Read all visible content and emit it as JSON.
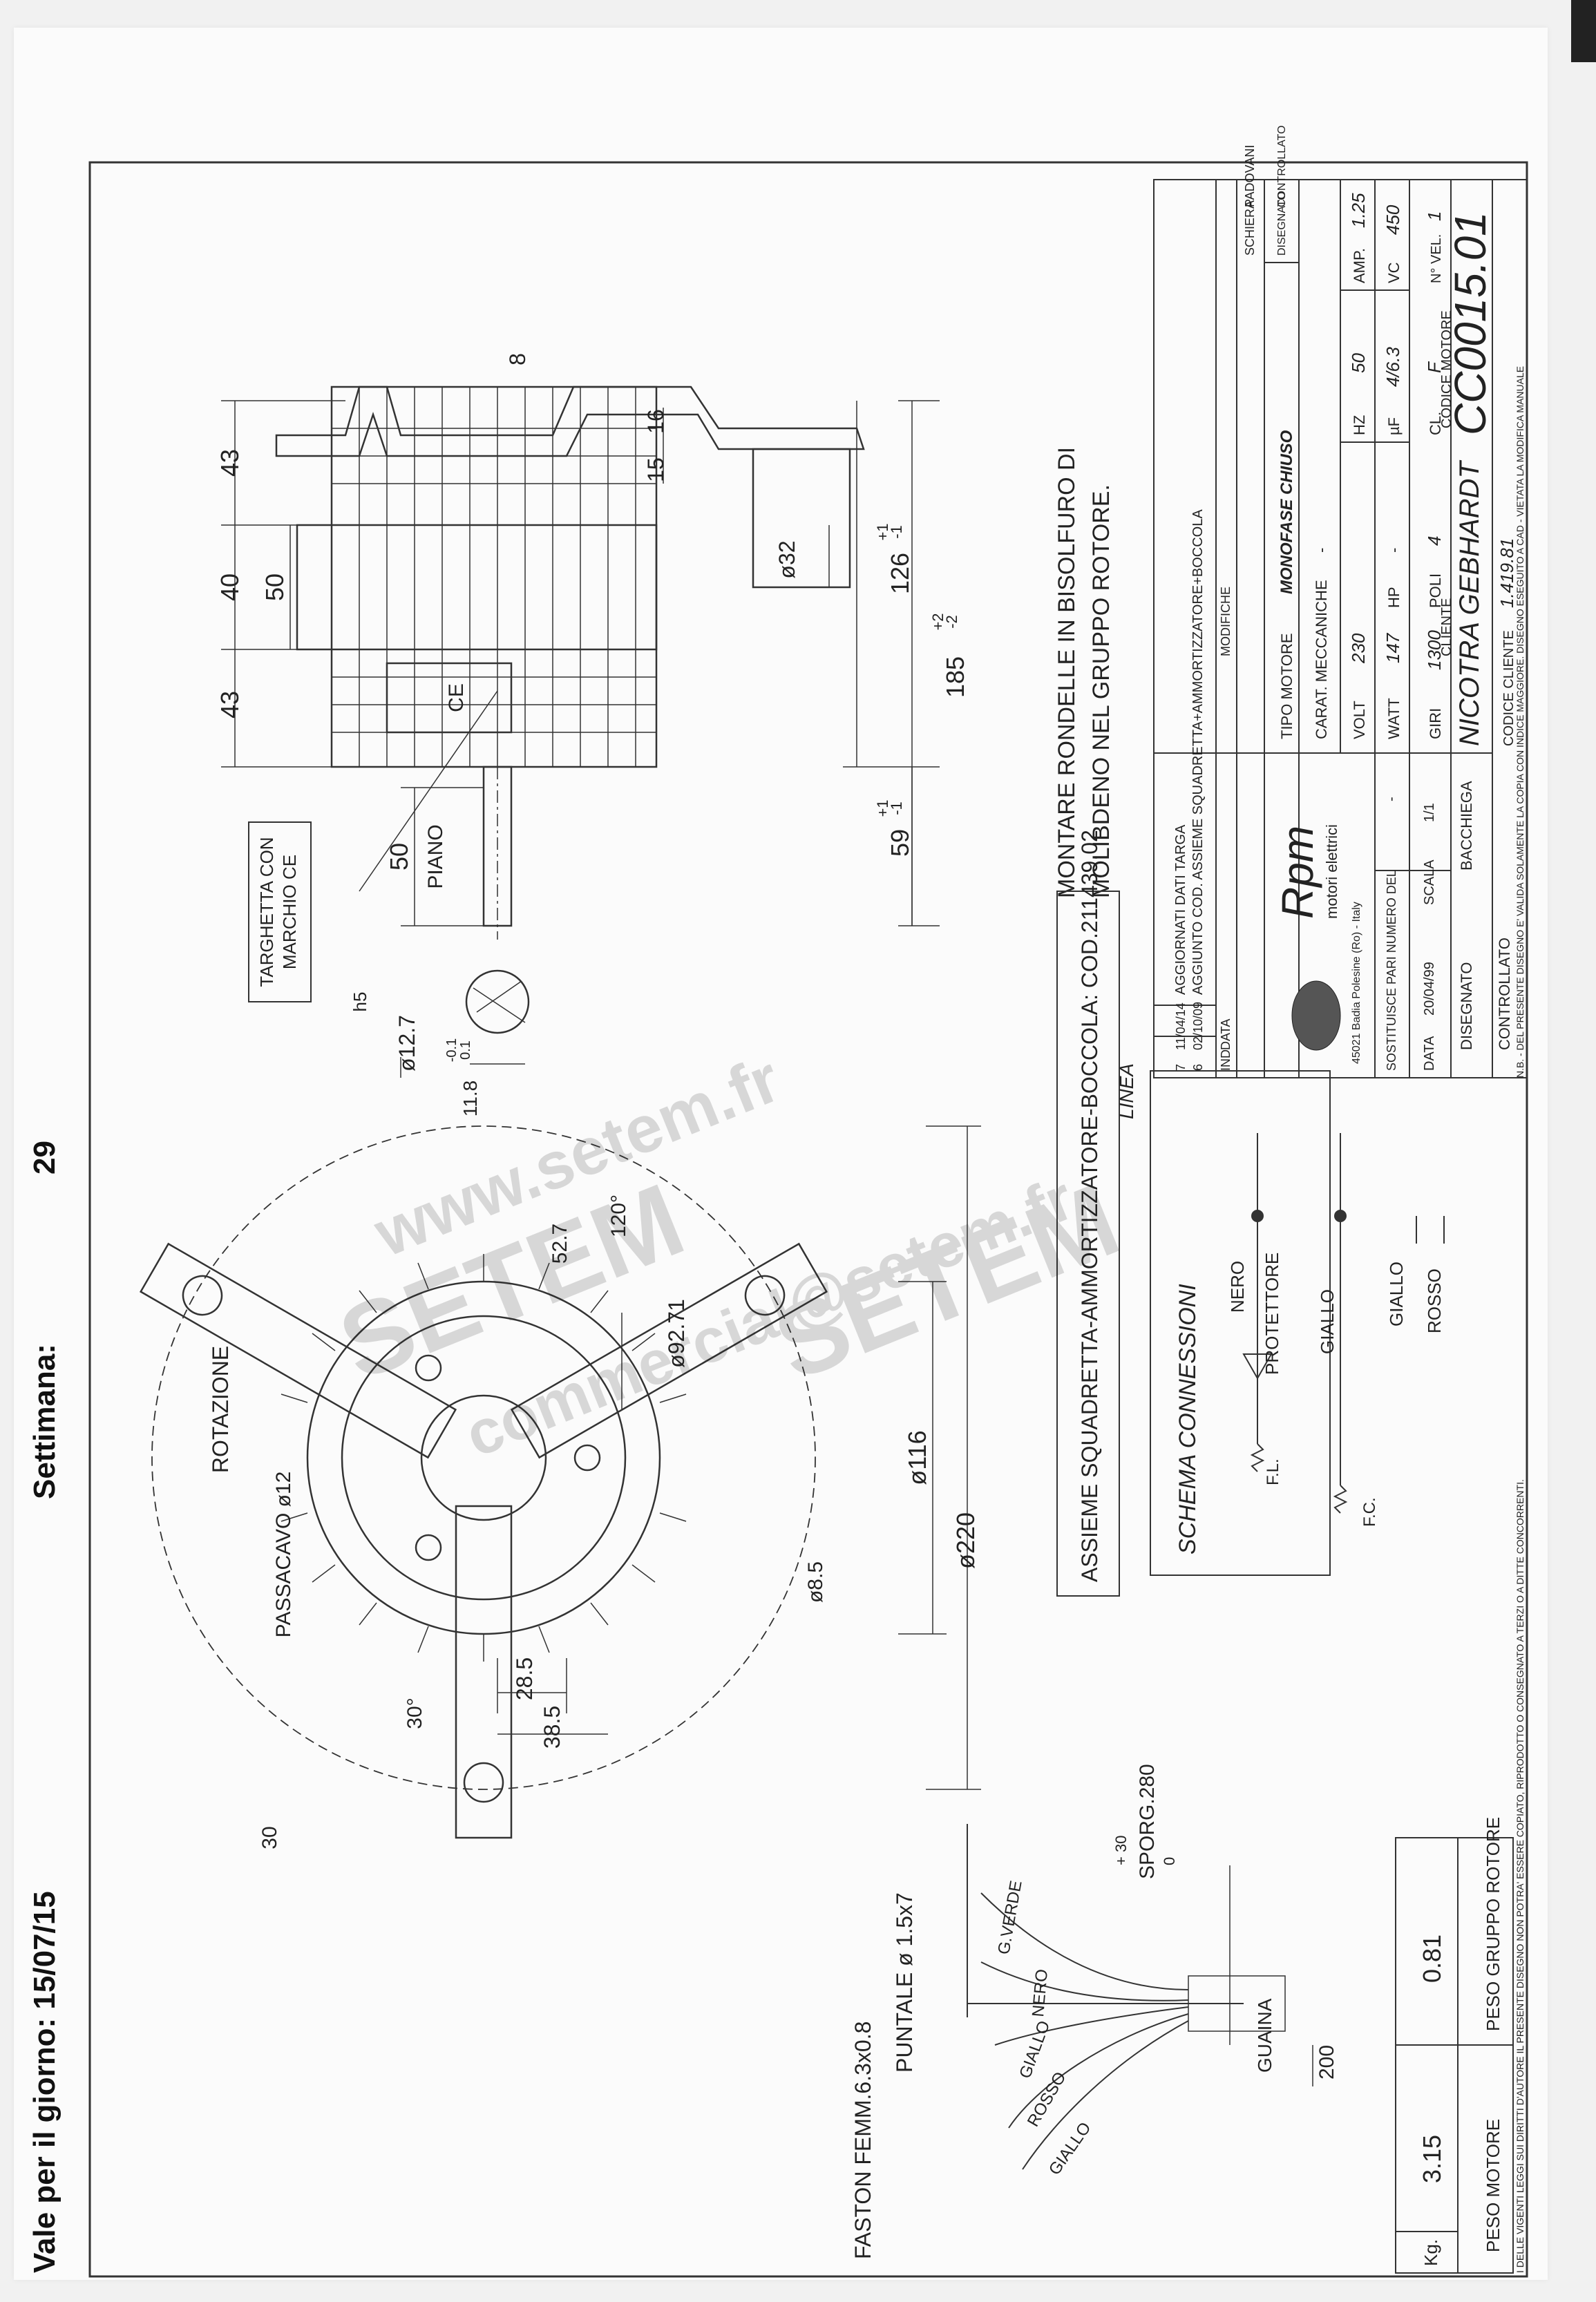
{
  "header": {
    "valid_label": "Vale per il giorno: 15/07/15",
    "week_label": "Settimana:",
    "week_number": "29"
  },
  "front_view": {
    "rotation_label": "ROTAZIONE",
    "cable_entry": "PASSACAVO ø12",
    "dims": [
      "ø220",
      "ø116",
      "ø92.71",
      "52.7",
      "120°",
      "30°",
      "28.5",
      "38.5",
      "ø8.5",
      "30"
    ]
  },
  "side_view": {
    "ce_note_line1": "TARGHETTA CON",
    "ce_note_line2": "MARCHIO CE",
    "ce_mark": "CE",
    "flat_label": "PIANO",
    "dims": {
      "d43_top": "43",
      "d40": "40",
      "d43_bot": "43",
      "d50_stack": "50",
      "d8": "8",
      "d15": "15",
      "d16": "16",
      "d32": "ø32",
      "d126": "126",
      "d126_tol_plus": "+1",
      "d126_tol_minus": "-1",
      "d185": "185",
      "d185_tol_plus": "+2",
      "d185_tol_minus": "-2",
      "d59": "59",
      "d59_tol_plus": "+1",
      "d59_tol_minus": "-1",
      "d50_shaft": "50",
      "shaft_dia": "ø12.7",
      "shaft_h5": "h5",
      "shaft_flat": "11.8",
      "shaft_flat_tol_plus": "-0.1",
      "shaft_flat_tol_minus": "0.1"
    }
  },
  "notes": {
    "washers_line1": "MONTARE RONDELLE IN BISOLFURO DI",
    "washers_line2": "MOLIBDENO NEL GRUPPO ROTORE.",
    "assembly": "ASSIEME SQUADRETTA-AMMORTIZZATORE-BOCCOLA: COD.211439.02"
  },
  "connections": {
    "title": "SCHEMA CONNESSIONI",
    "linea": "LINEA",
    "nero": "NERO",
    "protettore": "PROTETTORE",
    "giallo1": "GIALLO",
    "giallo2": "GIALLO",
    "rosso": "ROSSO",
    "fl": "F.L.",
    "fc": "F.C."
  },
  "cable": {
    "faston": "FASTON FEMM.6.3x0.8",
    "puntale": "PUNTALE ø 1.5x7",
    "sporg": "SPORG.280",
    "sporg_tol_plus": "+ 30",
    "sporg_tol_minus": "0",
    "len_200": "200",
    "guaina": "GUAINA",
    "wires": [
      "G.VERDE",
      "NERO",
      "GIALLO",
      "ROSSO",
      "GIALLO"
    ]
  },
  "weights": {
    "unit": "Kg.",
    "motor_weight": "3.15",
    "rotor_weight": "0.81",
    "motor_label": "PESO MOTORE",
    "rotor_label": "PESO GRUPPO ROTORE"
  },
  "revisions": {
    "rows": [
      {
        "ind": "7",
        "date": "11/04/14",
        "text": "AGGIORNATI DATI TARGA"
      },
      {
        "ind": "6",
        "date": "02/10/09",
        "text": "AGGIUNTO COD. ASSIEME SQUADRETTA+AMMORTIZZATORE+BOCCOLA"
      }
    ],
    "hdr_ind": "IND",
    "hdr_data": "DATA",
    "hdr_modifiche": "MODIFICHE",
    "hdr_disegnato": "DISEGNATO",
    "hdr_controllato": "CONTROLLATO",
    "disegnato_by": "SCHIERA",
    "controllato_by": "PADOVANI"
  },
  "company": {
    "logo": "Rpm",
    "name": "motori elettrici",
    "address": "45021 Badia Polesine (Ro) - Italy",
    "replaces": "SOSTITUISCE PARI NUMERO DEL",
    "replaces_val": "-",
    "data_label": "DATA",
    "data_val": "20/04/99",
    "scala_label": "SCALA",
    "scala_val": "1/1",
    "disegnato_label": "DISEGNATO",
    "disegnato_val": "BACCHIEGA",
    "controllato_label": "CONTROLLATO"
  },
  "motor": {
    "tipo_label": "TIPO MOTORE",
    "tipo_val": "MONOFASE CHIUSO",
    "carat_label": "CARAT. MECCANICHE",
    "carat_val": "-",
    "volt_label": "VOLT",
    "volt_val": "230",
    "hz_label": "HZ",
    "hz_val": "50",
    "amp_label": "AMP.",
    "amp_val": "1.25",
    "watt_label": "WATT",
    "watt_val": "147",
    "hp_label": "HP",
    "hp_val": "-",
    "uf_label": "µF",
    "uf_val": "4/6.3",
    "vc_label": "VC",
    "vc_val": "450",
    "giri_label": "GIRI",
    "giri_val": "1300",
    "poli_label": "POLI",
    "poli_val": "4",
    "cl_label": "CL.",
    "cl_val": "F",
    "nvel_label": "N° VEL.",
    "nvel_val": "1",
    "cliente_label": "CLIENTE",
    "cliente_val": "NICOTRA GEBHARDT",
    "codice_motore_label": "CODICE MOTORE",
    "codice_motore_val": "CC0015.01",
    "codice_cliente_label": "CODICE CLIENTE",
    "codice_cliente_val": "1.419.81"
  },
  "legal": {
    "left": "I DELLE VIGENTI LEGGI SUI DIRITTI D'AUTORE IL PRESENTE DISEGNO NON POTRA' ESSERE COPIATO, RIPRODOTTO O CONSEGNATO A TERZI O A DITTE CONCORRENTI.",
    "right": "N.B. - DEL PRESENTE DISEGNO E' VALIDA SOLAMENTE LA COPIA CON INDICE MAGGIORE.   DISEGNO ESEGUITO A CAD - VIETATA LA MODIFICA MANUALE"
  },
  "watermark": {
    "site": "www.setem.fr",
    "email": "commercial@setem.fr",
    "brand": "SETEM"
  }
}
